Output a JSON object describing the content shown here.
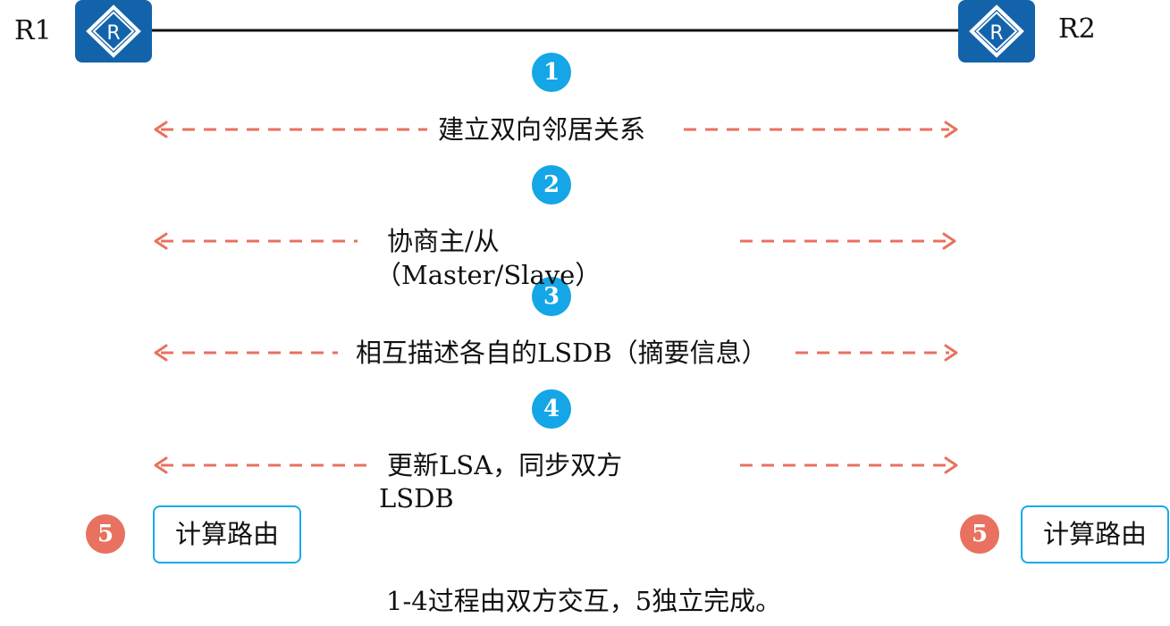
{
  "routers": {
    "r1": {
      "label": "R1",
      "icon": "router-icon"
    },
    "r2": {
      "label": "R2",
      "icon": "router-icon"
    }
  },
  "steps": [
    {
      "number": "1",
      "text": "建立双向邻居关系"
    },
    {
      "number": "2",
      "text": "协商主/从",
      "text2": "（Master/Slave）"
    },
    {
      "number": "3",
      "text": "相互描述各自的LSDB（摘要信息）"
    },
    {
      "number": "4",
      "text": "更新LSA，同步双方",
      "text2": "LSDB"
    }
  ],
  "step5": {
    "number": "5",
    "text": "计算路由"
  },
  "footer": "1-4过程由双方交互，5独立完成。",
  "colors": {
    "router": "#1363ab",
    "step_blue": "#14a6e6",
    "step_red": "#e8715f",
    "arrow": "#e8715f",
    "box_border": "#19a9e8"
  }
}
